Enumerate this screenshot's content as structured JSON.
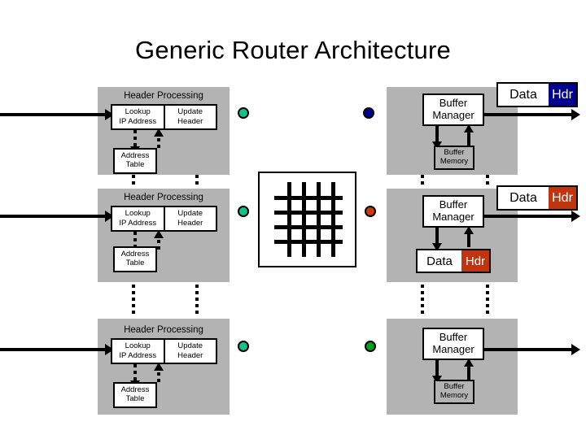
{
  "title": "Generic Router Architecture",
  "labels": {
    "header_processing": "Header Processing",
    "lookup_ip_address_line1": "Lookup",
    "lookup_ip_address_line2": "IP Address",
    "update_header_line1": "Update",
    "update_header_line2": "Header",
    "address_table_line1": "Address",
    "address_table_line2": "Table",
    "buffer_manager_line1": "Buffer",
    "buffer_manager_line2": "Manager",
    "buffer_memory_line1": "Buffer",
    "buffer_memory_line2": "Memory",
    "packet_data": "Data",
    "packet_hdr": "Hdr"
  },
  "colors": {
    "panel_gray": "#b3b3b3",
    "hdr_blue": "#00008f",
    "hdr_red": "#c0340f",
    "dot_teal": "#16c08a",
    "dot_navy": "#00008f",
    "dot_red": "#cc3a11",
    "dot_green": "#00a01e",
    "line_black": "#000000",
    "box_white": "#ffffff"
  },
  "rows": [
    {
      "id": "row-1",
      "input_dot_color": "#16c08a",
      "output_dot_color": "#00008f",
      "buffer_memory_label_1": "Buffer",
      "buffer_memory_label_2": "Memory",
      "output_packet": {
        "data": "Data",
        "hdr": "Hdr",
        "hdr_color": "#00008f"
      }
    },
    {
      "id": "row-2",
      "input_dot_color": "#16c08a",
      "output_dot_color": "#cc3a11",
      "inner_packet": {
        "data": "Data",
        "hdr": "Hdr",
        "hdr_color": "#c0340f"
      },
      "output_packet": {
        "data": "Data",
        "hdr": "Hdr",
        "hdr_color": "#c0340f"
      }
    },
    {
      "id": "row-3",
      "input_dot_color": "#16c08a",
      "output_dot_color": "#00a01e",
      "buffer_memory_label_1": "Buffer",
      "buffer_memory_label_2": "Memory"
    }
  ],
  "switch": {
    "name": "crossbar-switch",
    "horizontal_bars": 4,
    "vertical_bars": 4
  }
}
